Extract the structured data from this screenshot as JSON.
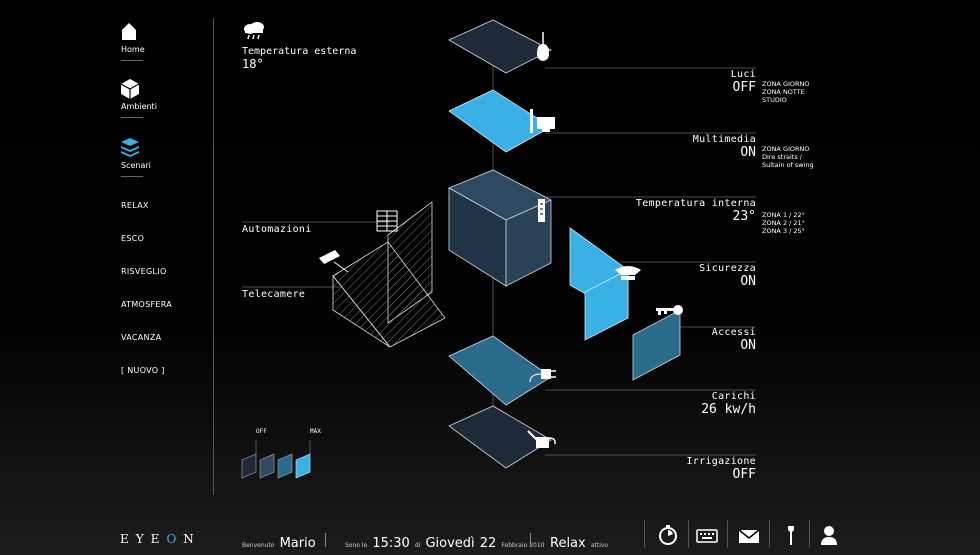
{
  "sidebar": {
    "home": "Home",
    "ambienti": "Ambienti",
    "scenari": "Scenari",
    "scenes": [
      "RELAX",
      "ESCO",
      "RISVEGLIO",
      "ATMOSFERA",
      "VACANZA",
      "[ NUOVO ]"
    ]
  },
  "weather": {
    "label": "Temperatura esterna",
    "value": "18°",
    "icon": "rain-cloud-icon"
  },
  "left_labels": {
    "automazioni": "Automazioni",
    "telecamere": "Telecamere"
  },
  "systems": [
    {
      "name": "Luci",
      "value": "OFF",
      "details": [
        "ZONA GIORNO",
        "ZONA NOTTE",
        "STUDIO"
      ]
    },
    {
      "name": "Multimedia",
      "value": "ON",
      "details": [
        "ZONA GIORNO",
        "Dire straits /",
        "Sultain of swing"
      ]
    },
    {
      "name": "Temperatura interna",
      "value": "23°",
      "details": [
        "ZONA 1  /  22°",
        "ZONA 2  /  21°",
        "ZONA 3  /  25°"
      ]
    },
    {
      "name": "Sicurezza",
      "value": "ON",
      "details": []
    },
    {
      "name": "Accessi",
      "value": "ON",
      "details": []
    },
    {
      "name": "Carichi",
      "value": "26 kw/h",
      "details": []
    },
    {
      "name": "Irrigazione",
      "value": "OFF",
      "details": []
    }
  ],
  "legend": {
    "off": "OFF",
    "max": "MAX"
  },
  "colors": {
    "accent": "#3ab0e4",
    "dark_panel": "#1e2a38",
    "mid_panel": "#2b6b8c"
  },
  "footer": {
    "brand_a": "EYE",
    "brand_o": "O",
    "brand_n": "N",
    "welcome_prefix": "Benvenuto",
    "user": "Mario",
    "time_prefix": "Sono le",
    "time": "15:30",
    "di": "di",
    "day": "Giovedì",
    "date_num": "22",
    "month_year": "Febbraio 2010",
    "scene": "Relax",
    "scene_suffix": "attivo"
  },
  "toolbar": [
    "timer-icon",
    "keyboard-icon",
    "mail-icon",
    "wrench-icon",
    "user-icon"
  ]
}
